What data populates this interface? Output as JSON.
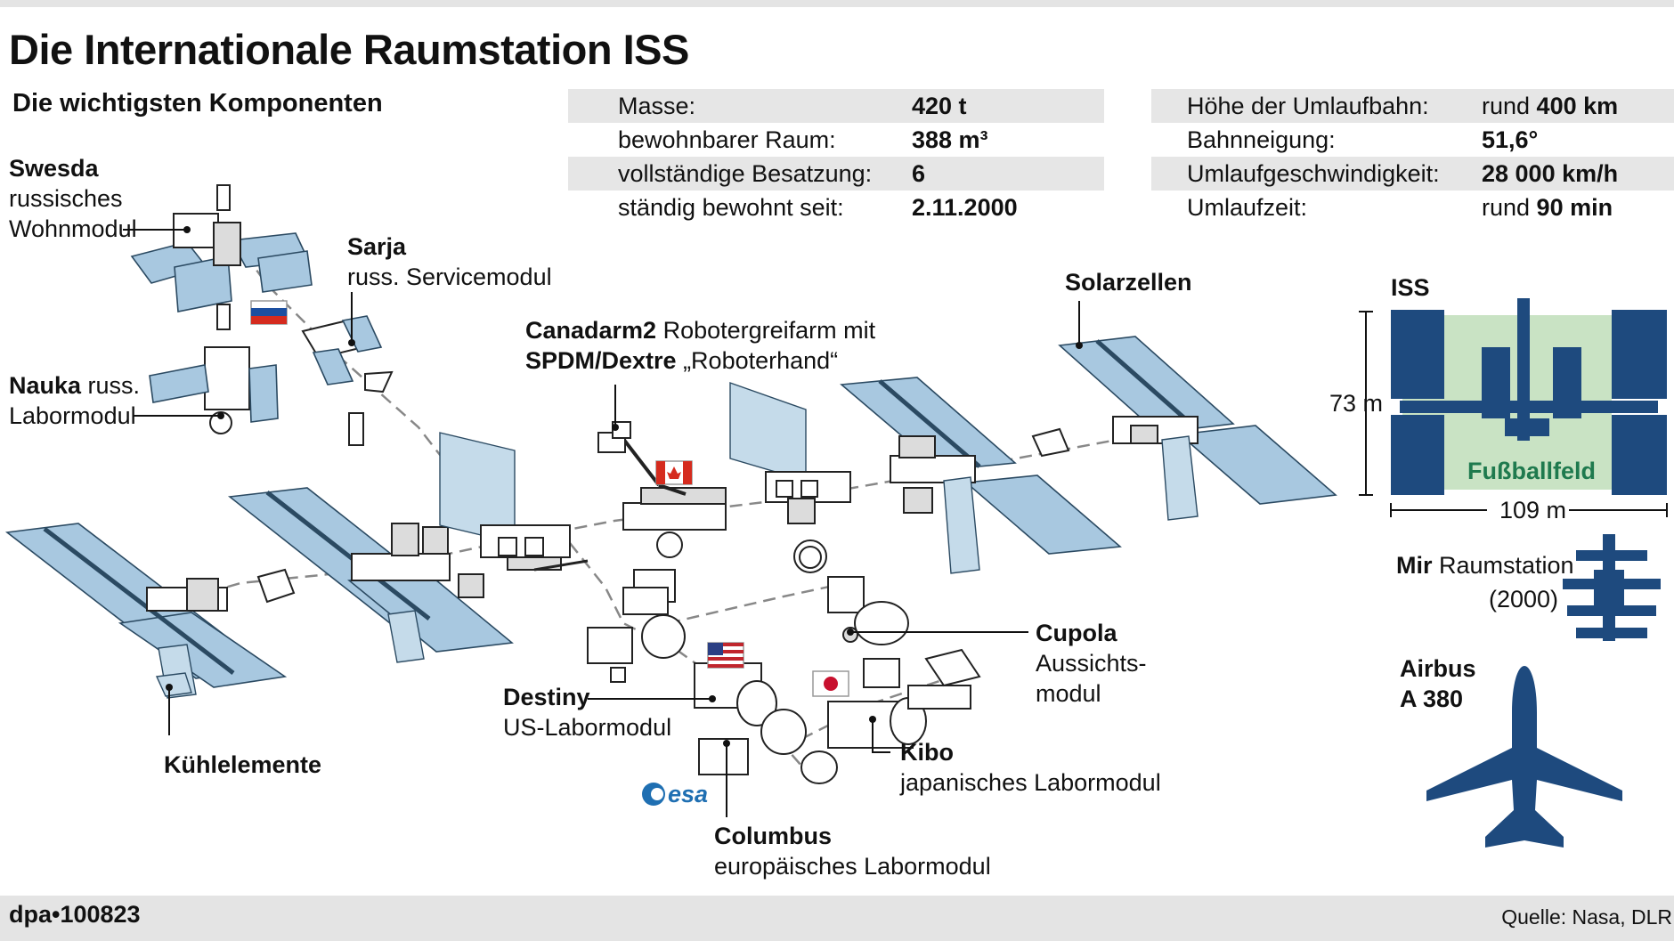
{
  "title": "Die Internationale Raumstation ISS",
  "subtitle": "Die wichtigsten Komponenten",
  "stats_left": [
    {
      "label": "Masse:",
      "value": "420 t"
    },
    {
      "label": "bewohnbarer Raum:",
      "value": "388 m³"
    },
    {
      "label": "vollständige Besatzung:",
      "value": "6"
    },
    {
      "label": "ständig bewohnt seit:",
      "value": "2.11.2000"
    }
  ],
  "stats_right": [
    {
      "label": "Höhe der Umlaufbahn:",
      "value_prefix": "rund ",
      "value": "400 km"
    },
    {
      "label": "Bahnneigung:",
      "value_prefix": "",
      "value": "51,6°"
    },
    {
      "label": "Umlaufgeschwindigkeit:",
      "value_prefix": "",
      "value": "28 000 km/h"
    },
    {
      "label": "Umlaufzeit:",
      "value_prefix": "rund ",
      "value": "90 min"
    }
  ],
  "labels": {
    "swesda_name": "Swesda",
    "swesda_desc1": "russisches",
    "swesda_desc2": "Wohnmodul",
    "sarja_name": "Sarja",
    "sarja_desc": "russ. Servicemodul",
    "nauka_name": "Nauka",
    "nauka_desc1": " russ.",
    "nauka_desc2": "Labormodul",
    "canadarm_name": "Canadarm2",
    "canadarm_desc": " Robotergreifarm mit",
    "spdm_name": "SPDM/Dextre",
    "spdm_desc": " „Roboterhand“",
    "solar": "Solarzellen",
    "kuehl": "Kühlelemente",
    "destiny_name": "Destiny",
    "destiny_desc": "US-Labormodul",
    "columbus_name": "Columbus",
    "columbus_desc": "europäisches Labormodul",
    "cupola_name": "Cupola",
    "cupola_desc1": "Aussichts-",
    "cupola_desc2": "modul",
    "kibo_name": "Kibo",
    "kibo_desc": "japanisches Labormodul",
    "esa": "esa"
  },
  "comparison": {
    "iss_label": "ISS",
    "height": "73 m",
    "width": "109 m",
    "field_label": "Fußballfeld",
    "mir_name": "Mir",
    "mir_desc": " Raumstation",
    "mir_year": "(2000)",
    "airbus_line1": "Airbus",
    "airbus_line2": "A 380"
  },
  "footer": {
    "credit": "dpa•100823",
    "source": "Quelle: Nasa, DLR"
  },
  "colors": {
    "solar_panel": "#a8c8e0",
    "navy": "#1e4a7e",
    "field_green": "#c9e3c4",
    "field_text": "#1f7a4e"
  }
}
